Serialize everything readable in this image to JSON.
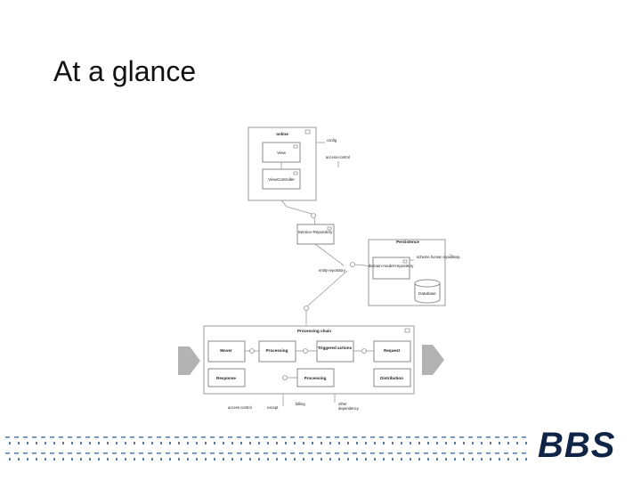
{
  "slide": {
    "title": "At a glance"
  },
  "diagram": {
    "online_pkg": {
      "title": "online",
      "view": "View",
      "viewcontroller": "ViewController",
      "ext_config": "config",
      "ext_access": "access-control"
    },
    "service_repo": "Service-Repository",
    "persistence": {
      "title": "Persistence",
      "domain_model": "domain-model-repository",
      "database": "Database",
      "ext_schema": "scheme  human  repository"
    },
    "entity_repo": "entity-repository",
    "processing": {
      "title": "Processing chain",
      "row1": [
        "Mover",
        "Processing",
        "Triggered actions",
        "Request"
      ],
      "row2": [
        "Response",
        "Processing",
        "Distribution"
      ],
      "ext_bottom": [
        "access control",
        "except",
        "billing",
        "other dependency"
      ]
    }
  },
  "branding": {
    "logo": "BBS",
    "accent": "#0f2447"
  }
}
